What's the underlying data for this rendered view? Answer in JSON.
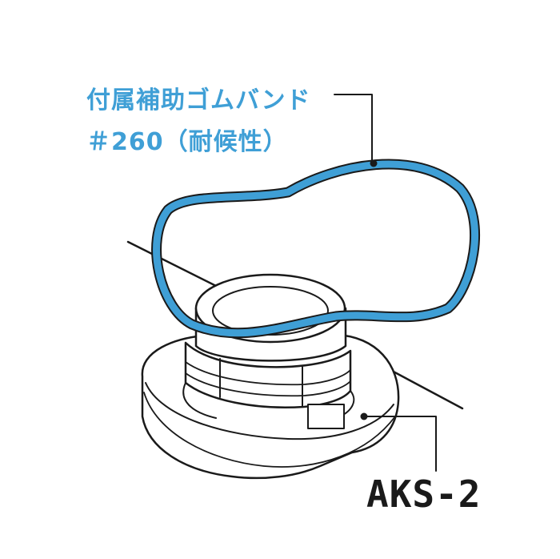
{
  "band_label": {
    "line1": "付属補助ゴムバンド",
    "line2": "＃260（耐候性）"
  },
  "model_label": "AKS-2",
  "colors": {
    "band_blue": "#3f9fd6",
    "line_black": "#1a1a1a"
  }
}
